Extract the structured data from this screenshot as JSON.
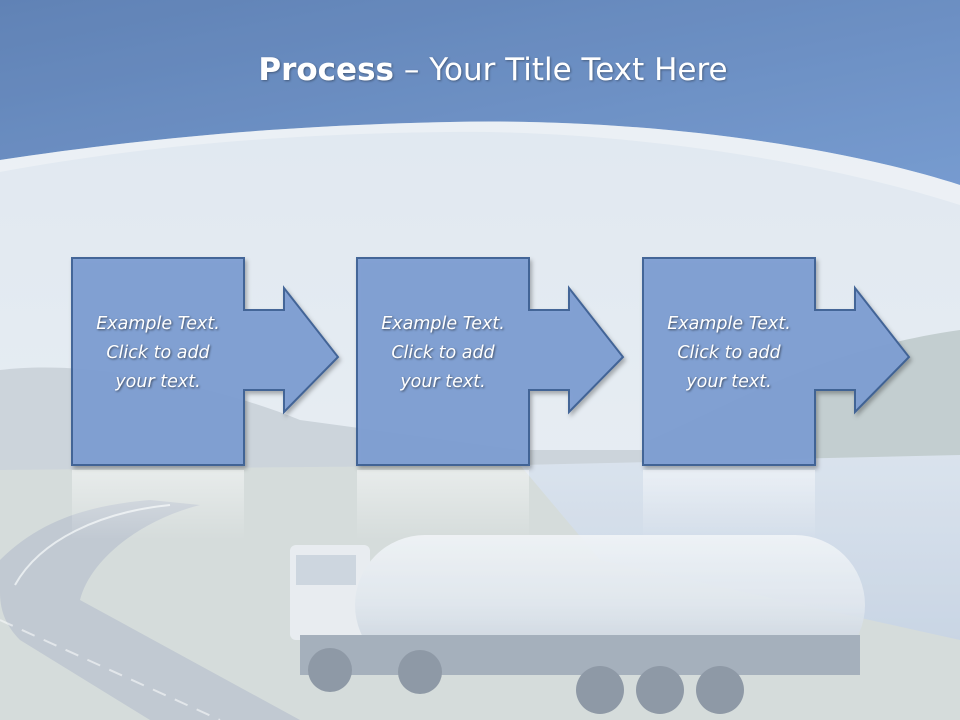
{
  "title": {
    "bold": "Process",
    "separator": " – ",
    "rest": "Your Title Text Here"
  },
  "steps": [
    {
      "lines": [
        "Example Text.",
        "Click  to add",
        "your text."
      ]
    },
    {
      "lines": [
        "Example Text.",
        "Click  to add",
        "your text."
      ]
    },
    {
      "lines": [
        "Example Text.",
        "Click  to add",
        "your text."
      ]
    }
  ],
  "colors": {
    "header": "#4a72b2",
    "box_fill": "#7f9fd3",
    "box_stroke": "#3e5f94",
    "text": "#ffffff"
  }
}
